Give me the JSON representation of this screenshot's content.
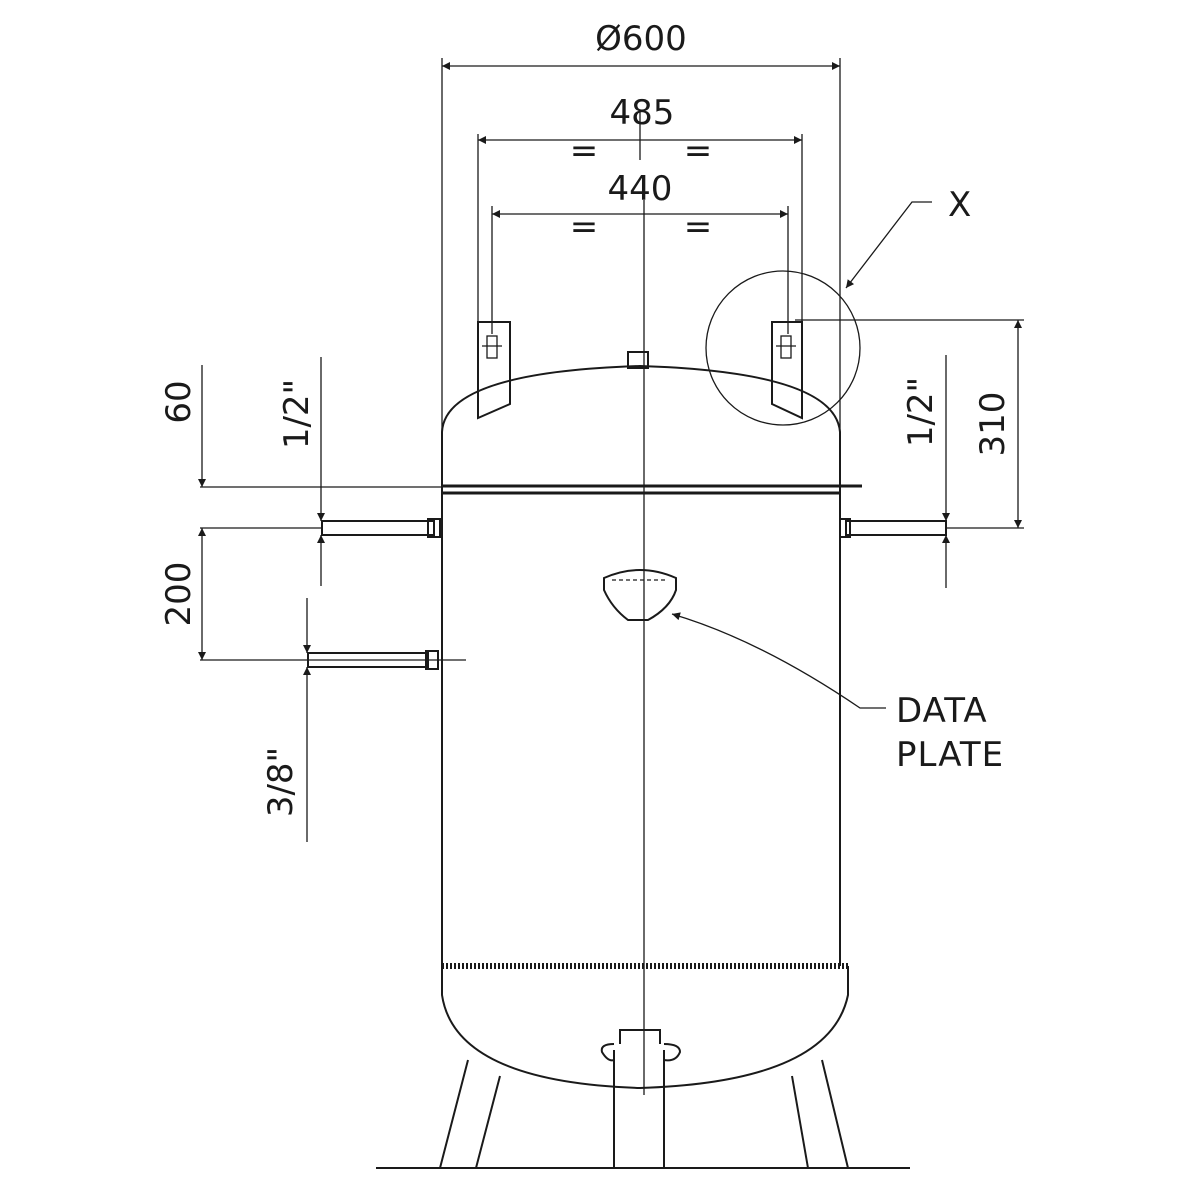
{
  "dimensions": {
    "diameter": "Ø600",
    "lug_outer": "485",
    "lug_inner": "440",
    "top_offset": "60",
    "connection_spacing": "200",
    "lug_height": "310",
    "equal_marks": "="
  },
  "connections": {
    "left_upper": "1/2\"",
    "left_lower": "3/8\"",
    "right": "1/2\""
  },
  "callouts": {
    "detail": "X",
    "plate_line1": "DATA",
    "plate_line2": "PLATE"
  }
}
